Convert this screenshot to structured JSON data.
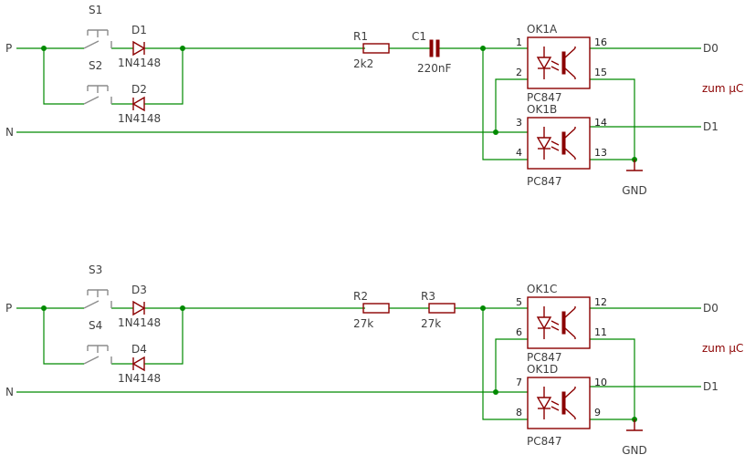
{
  "colors": {
    "wire": "#008a00",
    "component": "#8b0000",
    "switch": "#8c8c8c",
    "label_text": "#404040",
    "accent_text": "#8b0000",
    "background": "#ffffff"
  },
  "circuits": [
    {
      "net_p": "P",
      "net_n": "N",
      "switch_a": "S1",
      "switch_b": "S2",
      "diode_a": {
        "ref": "D1",
        "value": "1N4148"
      },
      "diode_b": {
        "ref": "D2",
        "value": "1N4148"
      },
      "series_1": {
        "ref": "R1",
        "value": "2k2"
      },
      "series_2": {
        "ref": "C1",
        "value": "220nF"
      },
      "opto_top": {
        "ref": "OK1A",
        "part": "PC847",
        "pin_in1": "1",
        "pin_in2": "2",
        "pin_out1": "16",
        "pin_out2": "15"
      },
      "opto_bottom": {
        "ref": "OK1B",
        "part": "PC847",
        "pin_in1": "3",
        "pin_in2": "4",
        "pin_out1": "14",
        "pin_out2": "13"
      },
      "out_top": "D0",
      "out_bottom": "D1",
      "mcu_label": "zum µC",
      "gnd_label": "GND"
    },
    {
      "net_p": "P",
      "net_n": "N",
      "switch_a": "S3",
      "switch_b": "S4",
      "diode_a": {
        "ref": "D3",
        "value": "1N4148"
      },
      "diode_b": {
        "ref": "D4",
        "value": "1N4148"
      },
      "series_1": {
        "ref": "R2",
        "value": "27k"
      },
      "series_2": {
        "ref": "R3",
        "value": "27k"
      },
      "opto_top": {
        "ref": "OK1C",
        "part": "PC847",
        "pin_in1": "5",
        "pin_in2": "6",
        "pin_out1": "12",
        "pin_out2": "11"
      },
      "opto_bottom": {
        "ref": "OK1D",
        "part": "PC847",
        "pin_in1": "7",
        "pin_in2": "8",
        "pin_out1": "10",
        "pin_out2": "9"
      },
      "out_top": "D0",
      "out_bottom": "D1",
      "mcu_label": "zum µC",
      "gnd_label": "GND"
    }
  ]
}
